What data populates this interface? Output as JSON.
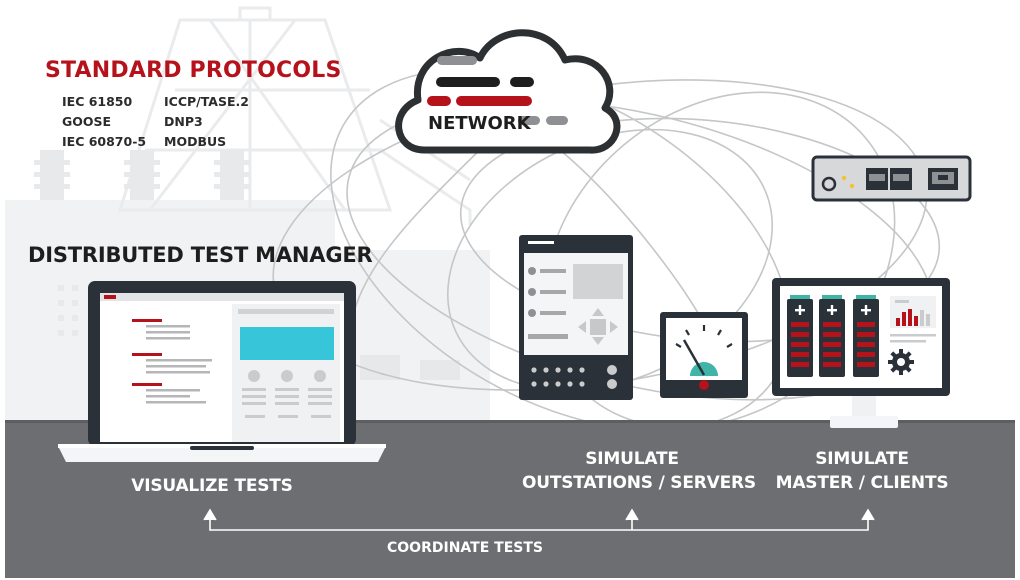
{
  "protocols": {
    "title": "STANDARD PROTOCOLS",
    "col1": [
      "IEC 61850",
      "GOOSE",
      "IEC 60870-5"
    ],
    "col2": [
      "ICCP/TASE.2",
      "DNP3",
      "MODBUS"
    ]
  },
  "network_label": "NETWORK",
  "dtm_title": "DISTRIBUTED TEST MANAGER",
  "labels": {
    "visualize": "VISUALIZE TESTS",
    "sim_outstations_1": "SIMULATE",
    "sim_outstations_2": "OUTSTATIONS / SERVERS",
    "sim_master_1": "SIMULATE",
    "sim_master_2": "MASTER / CLIENTS",
    "coordinate": "COORDINATE TESTS"
  },
  "colors": {
    "accent_red": "#b5121b",
    "band_gray": "#6d6e71",
    "dark_device": "#2b3139",
    "screen_cyan": "#37c5da",
    "teal_cap": "#3fb5a8"
  },
  "icons": [
    "cloud-icon",
    "laptop-icon",
    "relay-panel-icon",
    "analog-meter-icon",
    "monitor-icon",
    "gateway-device-icon",
    "gear-icon",
    "substation-background-icon"
  ]
}
